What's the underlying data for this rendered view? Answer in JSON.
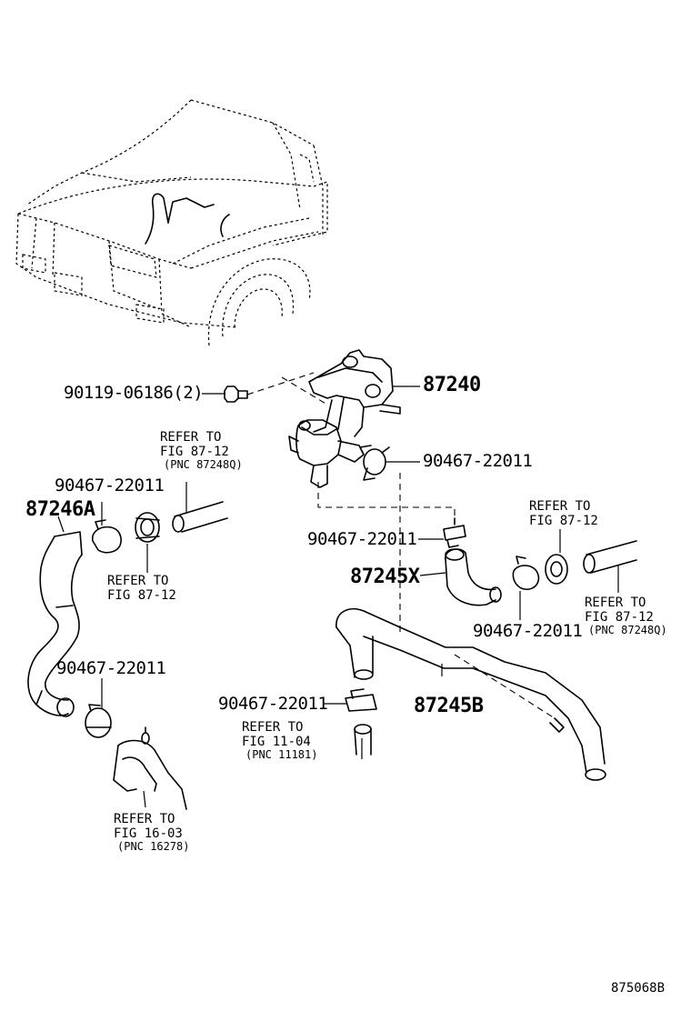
{
  "labels": {
    "bolt": "90119-06186(2)",
    "valve": "87240",
    "clamp_valve": "90467-22011",
    "ref_left_1": "REFER TO",
    "ref_left_2": "FIG 87-12",
    "ref_left_3": "(PNC 87248Q)",
    "clamp_left_top": "90467-22011",
    "hose_a": "87246A",
    "ref_grommet_1": "REFER TO",
    "ref_grommet_2": "FIG 87-12",
    "clamp_mid": "90467-22011",
    "hose_x": "87245X",
    "ref_right_1": "REFER TO",
    "ref_right_2": "FIG 87-12",
    "ref_right_b1": "REFER TO",
    "ref_right_b2": "FIG 87-12",
    "ref_right_b3": "(PNC 87248Q)",
    "clamp_right_low": "90467-22011",
    "clamp_left_low": "90467-22011",
    "clamp_bottom": "90467-22011",
    "hose_b": "87245B",
    "ref_pipe_1": "REFER TO",
    "ref_pipe_2": "FIG 11-04",
    "ref_pipe_3": "(PNC 11181)",
    "ref_bottom_1": "REFER TO",
    "ref_bottom_2": "FIG 16-03",
    "ref_bottom_3": "(PNC 16278)",
    "figure_code": "875068B"
  }
}
